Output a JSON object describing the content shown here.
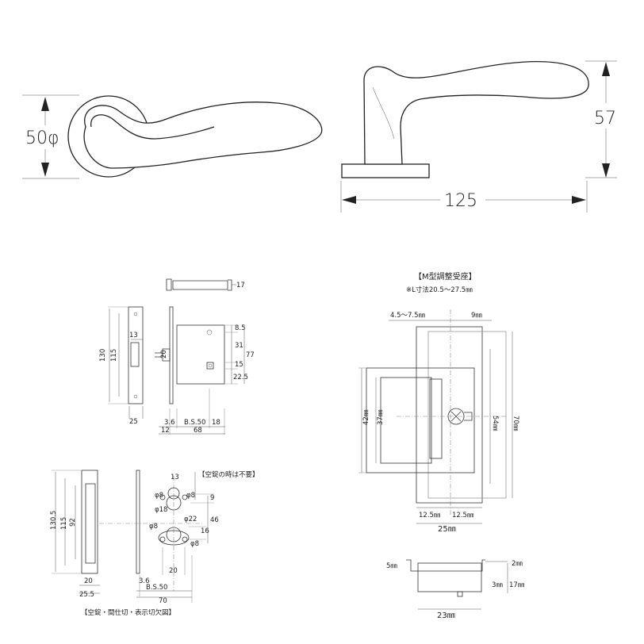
{
  "handle": {
    "rose_diameter": "50φ",
    "height": "57",
    "length": "125"
  },
  "lock_body": {
    "latch_len": "17",
    "front_height_outer": "130",
    "front_height_inner": "115",
    "thumb_dim": "13",
    "front_width": "20",
    "front_plate_width": "25",
    "dims_right": [
      "8.5",
      "31",
      "15",
      "22.5"
    ],
    "total_height": "77",
    "backset_offset": "3.6",
    "backset": "B.S.50",
    "depth_18": "18",
    "bottom_12": "12",
    "bottom_68": "68"
  },
  "cutout": {
    "heights": [
      "130.5",
      "115",
      "92"
    ],
    "note_top": "【空錠の時は不要】",
    "d13": "13",
    "phi8_a": "φ8",
    "phi8_b": "φ8",
    "phi18": "φ18",
    "d9": "9",
    "phi22": "φ22",
    "phi8_c": "φ8",
    "phi8_d": "φ8",
    "d16": "16",
    "d46": "46",
    "d20_right": "20",
    "d20_left": "20",
    "d25_5": "25.5",
    "d3_6": "3.6",
    "bs50": "B.S.50",
    "d70": "70",
    "caption": "【空錠・間仕切・表示切欠図】"
  },
  "strike": {
    "title": "【M型調整受座】",
    "note": "※L寸法20.5～27.5㎜",
    "top_left": "4.5～7.5㎜",
    "top_right": "9㎜",
    "h42": "42㎜",
    "h37": "37㎜",
    "h54": "54㎜",
    "h70": "70㎜",
    "w12_5a": "12.5㎜",
    "w12_5b": "12.5㎜",
    "w25": "25㎜",
    "side_5": "5㎜",
    "side_2": "2㎜",
    "side_3": "3㎜",
    "side_17": "17㎜",
    "side_23": "23㎜"
  }
}
